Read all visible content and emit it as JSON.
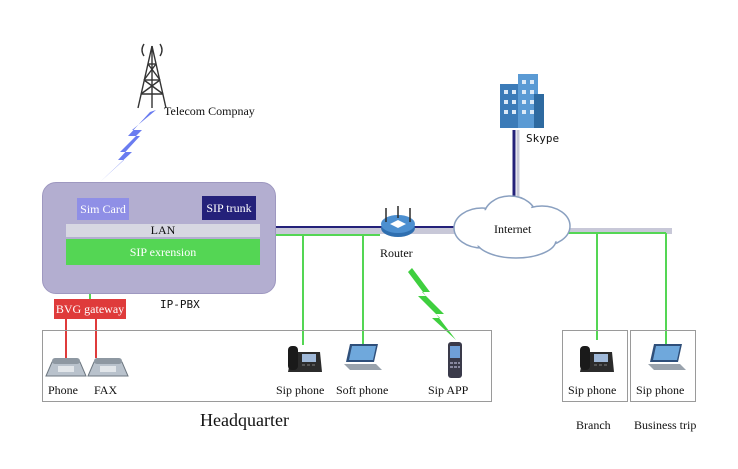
{
  "diagram": {
    "telecom_label": "Telecom Compnay",
    "skype_label": "Skype",
    "internet_label": "Internet",
    "router_label": "Router",
    "pbx": {
      "sim_card": "Sim Card",
      "sip_trunk": "SIP trunk",
      "lan": "LAN",
      "sip_extension": "SIP exrension",
      "caption": "IP-PBX"
    },
    "bvg_gateway": "BVG gateway",
    "devices": {
      "phone": "Phone",
      "fax": "FAX",
      "sip_phone_hq": "Sip phone",
      "soft_phone": "Soft phone",
      "sip_app": "Sip APP",
      "sip_phone_branch": "Sip phone",
      "sip_phone_trip": "Sip phone"
    },
    "headquarter_label": "Headquarter",
    "branch_label": "Branch",
    "business_trip_label": "Business trip",
    "colors": {
      "pbx_bg": "#b3aed0",
      "green_link": "#54d654",
      "purple_link": "#24217a",
      "lan_gray": "#c8c8d8",
      "gateway_red": "#df3b3b",
      "lightning_blue": "#6a7cf0",
      "lightning_green": "#3fcf3f"
    }
  }
}
